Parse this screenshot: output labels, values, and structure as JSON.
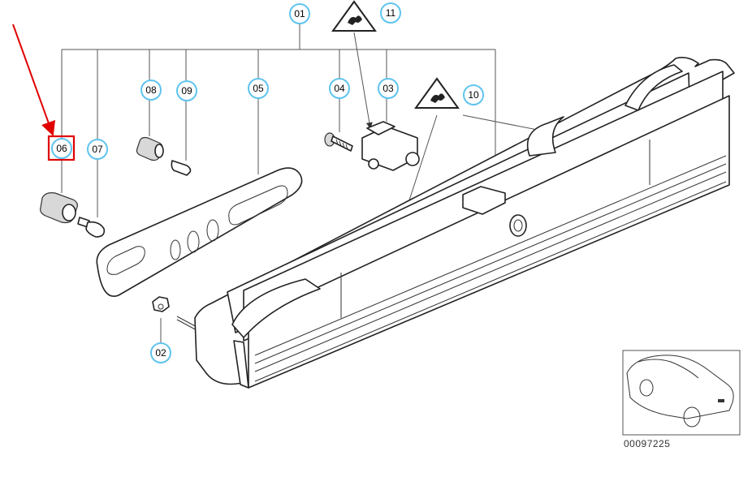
{
  "header_text": "",
  "diagram_code": "00097225",
  "colors": {
    "callout_ring": "#5fc4ee",
    "highlight": "#e00000",
    "line": "#222222"
  },
  "callouts": {
    "c01": "01",
    "c02": "02",
    "c03": "03",
    "c04": "04",
    "c05": "05",
    "c06": "06",
    "c07": "07",
    "c08": "08",
    "c09": "09",
    "c10": "10",
    "c11": "11"
  },
  "highlighted_part": "06",
  "icons": [
    "warning-triangle-icon",
    "warning-triangle-icon",
    "car-thumbnail-icon",
    "arrow-pointer-icon"
  ]
}
